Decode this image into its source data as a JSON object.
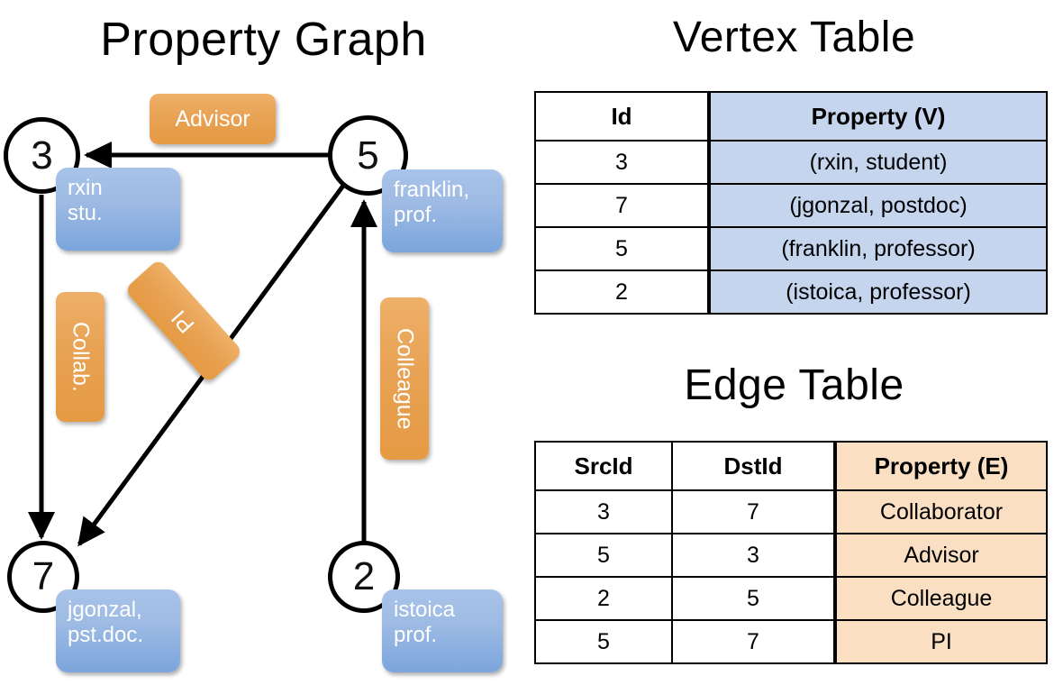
{
  "graph": {
    "title": "Property Graph",
    "nodes": [
      {
        "id": "3",
        "property_lines": [
          "rxin",
          "stu."
        ]
      },
      {
        "id": "5",
        "property_lines": [
          "franklin,",
          "prof."
        ]
      },
      {
        "id": "7",
        "property_lines": [
          "jgonzal,",
          "pst.doc."
        ]
      },
      {
        "id": "2",
        "property_lines": [
          "istoica",
          "prof."
        ]
      }
    ],
    "edge_labels": [
      {
        "name": "advisor",
        "text": "Advisor"
      },
      {
        "name": "collab",
        "text": "Collab."
      },
      {
        "name": "pi",
        "text": "PI"
      },
      {
        "name": "colleague",
        "text": "Colleague"
      }
    ],
    "colors": {
      "vertex_box": "#9ebbe4",
      "edge_label": "#e8a254",
      "node_stroke": "#000000"
    }
  },
  "vertex_table": {
    "title": "Vertex Table",
    "headers": [
      "Id",
      "Property (V)"
    ],
    "rows": [
      {
        "id": "3",
        "property": "(rxin, student)"
      },
      {
        "id": "7",
        "property": "(jgonzal, postdoc)"
      },
      {
        "id": "5",
        "property": "(franklin, professor)"
      },
      {
        "id": "2",
        "property": "(istoica, professor)"
      }
    ],
    "property_bg": "#c5d5ee"
  },
  "edge_table": {
    "title": "Edge Table",
    "headers": [
      "SrcId",
      "DstId",
      "Property (E)"
    ],
    "rows": [
      {
        "src": "3",
        "dst": "7",
        "property": "Collaborator"
      },
      {
        "src": "5",
        "dst": "3",
        "property": "Advisor"
      },
      {
        "src": "2",
        "dst": "5",
        "property": "Colleague"
      },
      {
        "src": "5",
        "dst": "7",
        "property": "PI"
      }
    ],
    "property_bg": "#fadfc3"
  }
}
